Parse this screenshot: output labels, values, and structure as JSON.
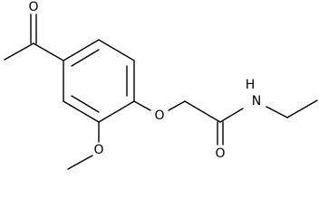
{
  "molecule": {
    "atoms": {
      "ketone_oxygen": "O",
      "ether_oxygen": "O",
      "methoxy_oxygen": "O",
      "amide_oxygen": "O",
      "amide_nitrogen": "N",
      "amide_hydrogen": "H"
    },
    "colors": {
      "bond": "#000000",
      "label": "#000000",
      "background": "#ffffff"
    }
  }
}
